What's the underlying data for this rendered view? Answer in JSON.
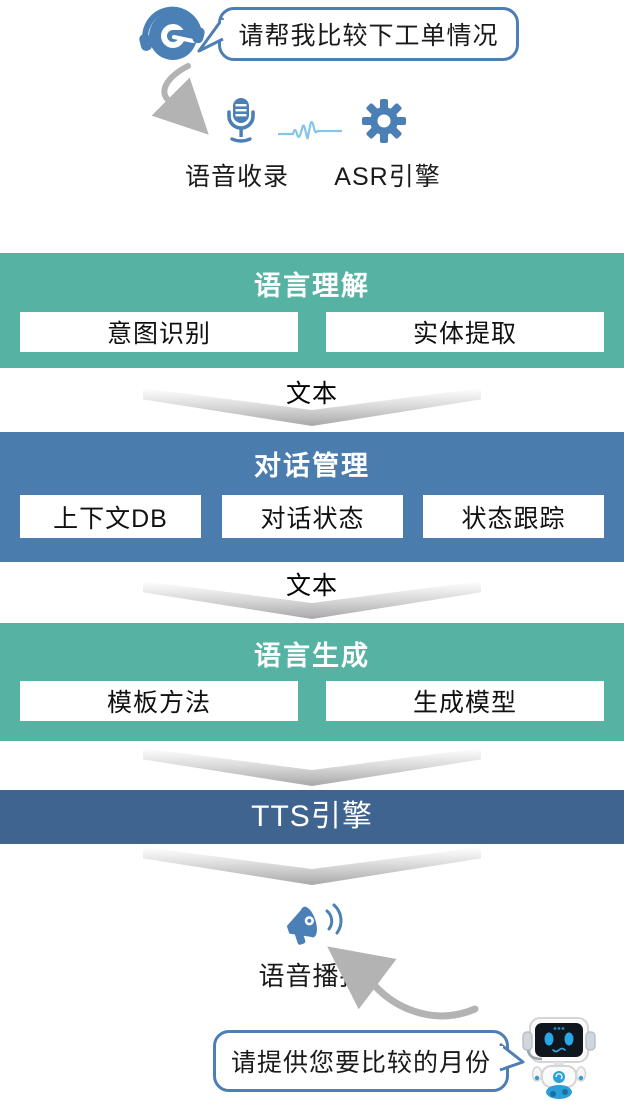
{
  "colors": {
    "teal_block": "#56B3A3",
    "blue_block": "#4A7CAE",
    "dark_blue_block": "#3E648F",
    "icon_blue": "#4B80B6",
    "waveform_blue": "#85C5EA",
    "bubble_border": "#4D7FB5",
    "arrow_gray": "#B3B3B3"
  },
  "user_bubble": {
    "text": "请帮我比较下工单情况"
  },
  "capture_row": {
    "voice_label": "语音收录",
    "asr_label": "ASR引擎"
  },
  "nlu": {
    "title": "语言理解",
    "items": [
      "意图识别",
      "实体提取"
    ]
  },
  "dm": {
    "title": "对话管理",
    "items": [
      "上下文DB",
      "对话状态",
      "状态跟踪"
    ]
  },
  "nlg": {
    "title": "语言生成",
    "items": [
      "模板方法",
      "生成模型"
    ]
  },
  "tts": {
    "title": "TTS引擎"
  },
  "flow_labels": {
    "nlu_to_dm": "文本",
    "dm_to_nlg": "文本"
  },
  "broadcast": {
    "label": "语音播报"
  },
  "bot_bubble": {
    "text": "请提供您要比较的月份"
  },
  "icons": [
    "agent-headset-icon",
    "microphone-icon",
    "waveform-icon",
    "gear-icon",
    "megaphone-icon",
    "robot-icon",
    "flow-arrow-down",
    "flow-arrow-up"
  ]
}
